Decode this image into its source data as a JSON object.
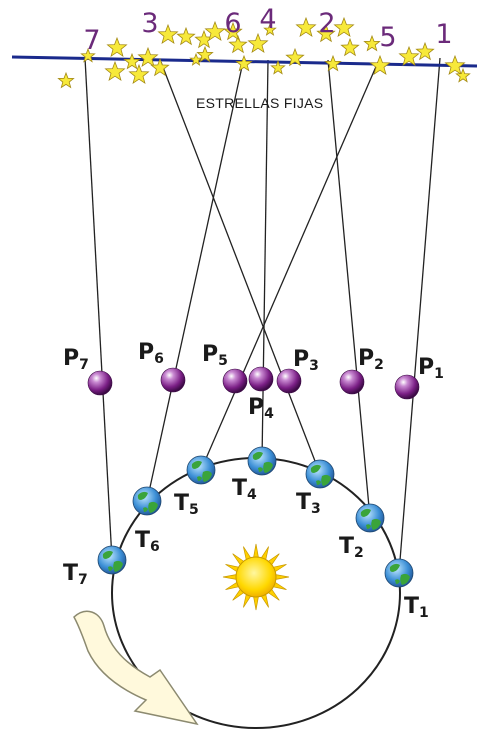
{
  "caption": "ESTRELLAS FIJAS",
  "colors": {
    "horizon": "#1a2a8c",
    "star_fill": "#f7e93a",
    "star_stroke": "#a48a14",
    "planet": "#7b1f86",
    "sight_line": "#222222",
    "orbit": "#222222",
    "number_text": "#6b2a7a",
    "arrow_fill": "#fff9dc",
    "arrow_stroke": "#8c8a70"
  },
  "star_numbers": [
    "1",
    "2",
    "3",
    "4",
    "5",
    "6",
    "7"
  ],
  "planet_positions": [
    {
      "letter": "P",
      "index": "1"
    },
    {
      "letter": "P",
      "index": "2"
    },
    {
      "letter": "P",
      "index": "3"
    },
    {
      "letter": "P",
      "index": "4"
    },
    {
      "letter": "P",
      "index": "5"
    },
    {
      "letter": "P",
      "index": "6"
    },
    {
      "letter": "P",
      "index": "7"
    }
  ],
  "earth_positions": [
    {
      "letter": "T",
      "index": "1"
    },
    {
      "letter": "T",
      "index": "2"
    },
    {
      "letter": "T",
      "index": "3"
    },
    {
      "letter": "T",
      "index": "4"
    },
    {
      "letter": "T",
      "index": "5"
    },
    {
      "letter": "T",
      "index": "6"
    },
    {
      "letter": "T",
      "index": "7"
    }
  ],
  "icons": {
    "sun": "sun-icon",
    "earth": "earth-icon",
    "planet": "planet-icon",
    "star": "star-icon",
    "motion_arrow": "curved-arrow-icon"
  }
}
